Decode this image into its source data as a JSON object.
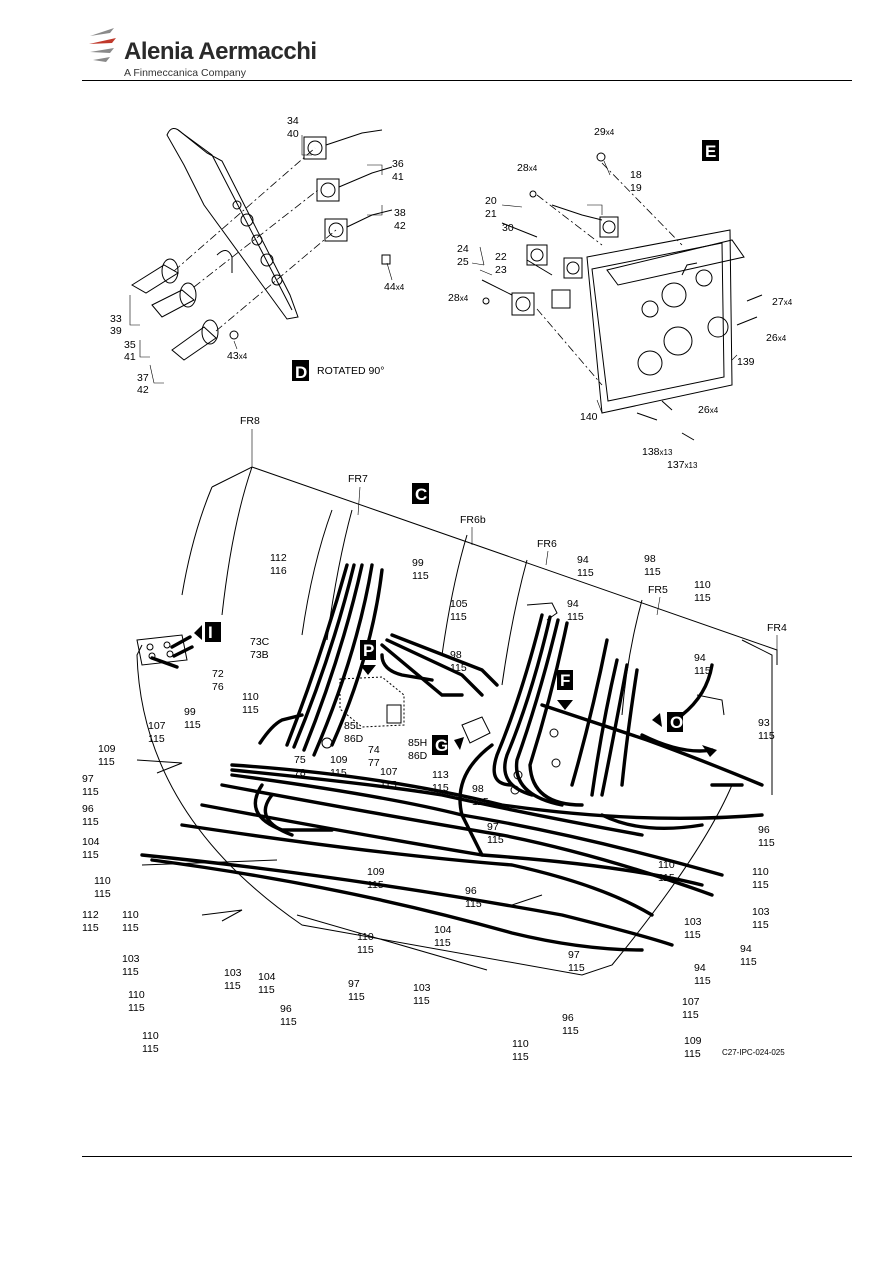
{
  "header": {
    "brand": "Alenia Aermacchi",
    "tagline": "A Finmeccanica Company"
  },
  "figure": {
    "view_d_caption": "ROTATED 90°",
    "drawing_id": "C27-IPC-024-025",
    "views": {
      "d": "D",
      "e": "E",
      "c": "C",
      "p": "P",
      "i": "I",
      "f": "F",
      "g": "G",
      "o": "O"
    },
    "frames": [
      "FR8",
      "FR7",
      "FR6b",
      "FR6",
      "FR5",
      "FR4"
    ]
  }
}
